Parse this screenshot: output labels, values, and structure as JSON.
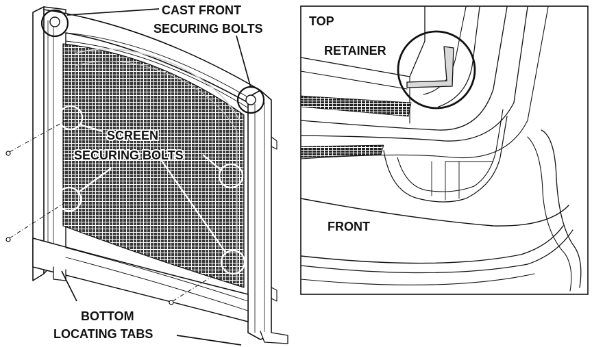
{
  "left_figure": {
    "callouts": {
      "cast_front_line1": "CAST FRONT",
      "cast_front_line2": "SECURING BOLTS",
      "screen_line1": "SCREEN",
      "screen_line2": "SECURING BOLTS",
      "bottom_line1": "BOTTOM",
      "bottom_line2": "LOCATING TABS"
    }
  },
  "right_figure": {
    "labels": {
      "top": "TOP",
      "retainer": "RETAINER",
      "front": "FRONT"
    }
  },
  "colors": {
    "ink": "#111111",
    "mesh": "#3a3a3a",
    "paper": "#ffffff"
  }
}
